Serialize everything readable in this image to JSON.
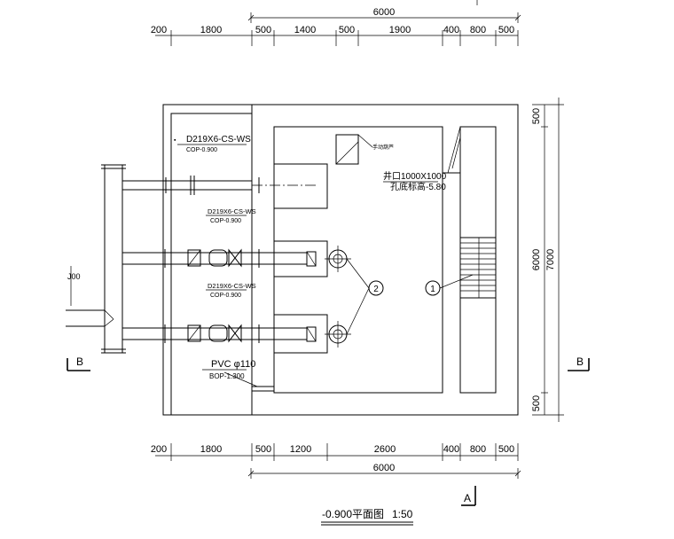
{
  "drawing": {
    "title": "-0.900平面图",
    "scale": "1:50"
  },
  "top_dims": {
    "overall": "6000",
    "segments": [
      "200",
      "1800",
      "500",
      "1400",
      "500",
      "1900",
      "400",
      "800",
      "500"
    ]
  },
  "bottom_dims": {
    "overall": "6000",
    "segments": [
      "200",
      "1800",
      "500",
      "1200",
      "2600",
      "400",
      "800",
      "500"
    ]
  },
  "right_dims": {
    "overall": "7000",
    "inner": "6000",
    "top": "500",
    "bottom": "500"
  },
  "section_marks": {
    "left": "B",
    "right": "B",
    "bottom": "A"
  },
  "pipe_labels": {
    "main_pipe_spec": "D219X6-CS-WS",
    "main_pipe_elev": "COP-0.900",
    "pump1_pipe_spec": "D219X6-CS-WS",
    "pump1_pipe_elev": "COP-0.900",
    "pump2_pipe_spec": "D219X6-CS-WS",
    "pump2_pipe_elev": "COP-0.900",
    "drain_pipe_spec": "PVC φ110",
    "drain_pipe_elev": "BOP-1.300",
    "left_pipe_label": "J00"
  },
  "sump": {
    "label": "井口1000X1000",
    "elevation": "孔底标高-5.80",
    "small_label": "手动葫芦"
  },
  "callouts": {
    "one": "1",
    "two": "2"
  }
}
